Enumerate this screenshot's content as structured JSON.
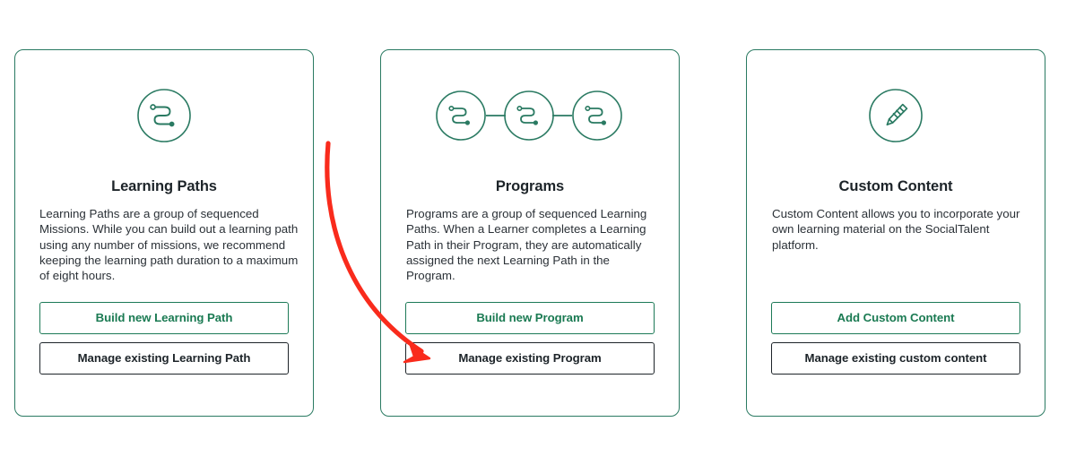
{
  "page": {
    "background_color": "#ffffff",
    "accent_green": "#1a7a52",
    "border_green": "#2a7a62",
    "text_dark": "#1d2429",
    "annotation_color": "#f92b1c"
  },
  "cards": [
    {
      "id": "learning-paths",
      "icon": "single-path-node-icon",
      "title": "Learning Paths",
      "description": "Learning Paths are a group of sequenced Missions. While you can build out a learning path using any number of missions, we recommend keeping the learning path duration to a maximum of eight hours.",
      "primary_button": "Build new Learning Path",
      "secondary_button": "Manage existing Learning Path"
    },
    {
      "id": "programs",
      "icon": "triple-path-node-icon",
      "title": "Programs",
      "description": "Programs are a group of sequenced Learning Paths. When a Learner completes a Learning Path in their Program, they are automatically assigned the next Learning Path in the Program.",
      "primary_button": "Build new Program",
      "secondary_button": "Manage existing Program"
    },
    {
      "id": "custom-content",
      "icon": "pencil-circle-icon",
      "title": "Custom Content",
      "description": "Custom Content allows you to incorporate your own learning material on the SocialTalent platform.",
      "primary_button": "Add Custom Content",
      "secondary_button": "Manage existing custom content"
    }
  ],
  "annotation": {
    "type": "curved-arrow",
    "color": "#f92b1c",
    "points_to": "Manage existing Program"
  }
}
